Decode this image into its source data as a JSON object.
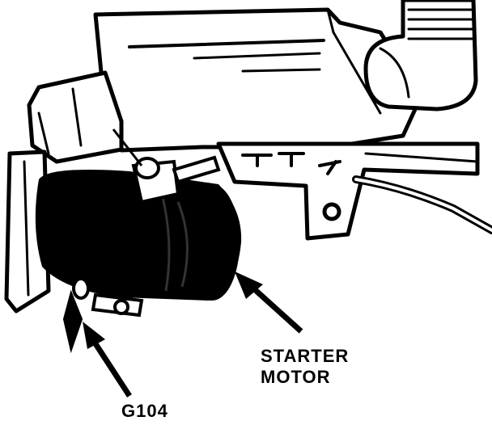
{
  "labels": {
    "starter_line1": "STARTER",
    "starter_line2": "MOTOR",
    "ground": "G104"
  },
  "colors": {
    "ink": "#000000",
    "paper": "#ffffff"
  }
}
